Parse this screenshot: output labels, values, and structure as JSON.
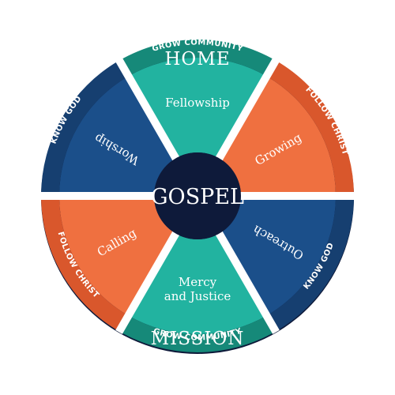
{
  "outer": {
    "top_label": "HOME",
    "bottom_label": "MISSION"
  },
  "center": {
    "label": "GOSPEL"
  },
  "segments": [
    {
      "label": "Worship",
      "band": "KNOW GOD",
      "fill": "#1b4f8a",
      "band_fill": "#163f70"
    },
    {
      "label": "Fellowship",
      "band": "GROW COMMUNITY",
      "fill": "#22b3a0",
      "band_fill": "#168979"
    },
    {
      "label": "Growing",
      "band": "FOLLOW CHRIST",
      "fill": "#ef7040",
      "band_fill": "#d9572c"
    },
    {
      "label": "Outreach",
      "band": "KNOW GOD",
      "fill": "#1b4f8a",
      "band_fill": "#163f70"
    },
    {
      "label": "Mercy\nand Justice",
      "band": "GROW COMMUNITY",
      "fill": "#22b3a0",
      "band_fill": "#168979"
    },
    {
      "label": "Calling",
      "band": "FOLLOW CHRIST",
      "fill": "#ef7040",
      "band_fill": "#d9572c"
    }
  ],
  "colors": {
    "navy": "#0e1a3a",
    "separator": "#ffffff"
  }
}
